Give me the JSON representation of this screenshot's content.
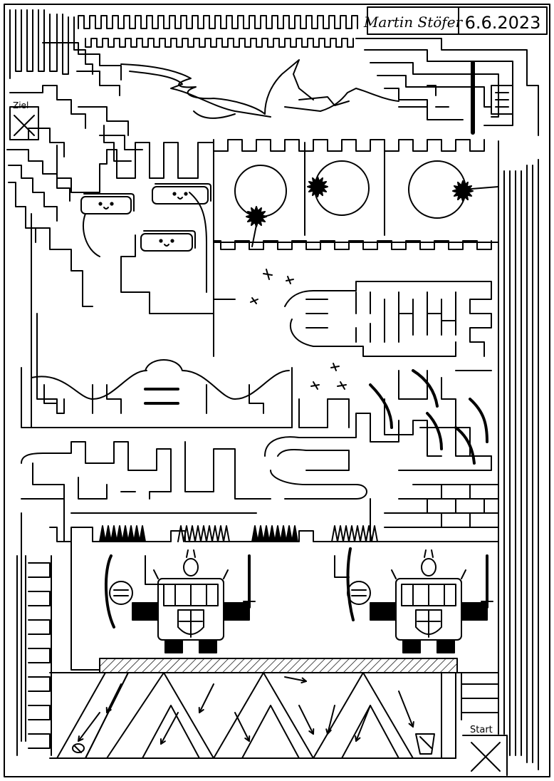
{
  "header": {
    "author": "Martin Stöfer",
    "date": "6.6.2023"
  },
  "goal": {
    "label": "Ziel",
    "marker": "X"
  },
  "start": {
    "label": "Start",
    "marker": "X"
  },
  "icons": {
    "goal_marker": "x-cross-icon",
    "start_marker": "x-cross-icon",
    "knight": "knight-icon",
    "spiked_ball": "spiked-ball-icon",
    "face_block": "face-block-icon",
    "arrow": "arrow-icon"
  },
  "colors": {
    "ink": "#000000",
    "paper": "#ffffff"
  }
}
